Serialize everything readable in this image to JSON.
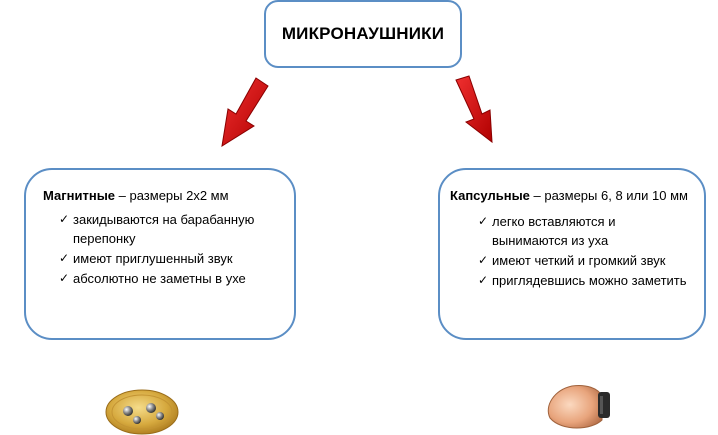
{
  "title": "МИКРОНАУШНИКИ",
  "left": {
    "name": "Магнитные",
    "desc": " – размеры 2х2 мм",
    "items": [
      "закидываются на барабанную перепонку",
      "имеют приглушенный звук",
      "абсолютно не заметны в ухе"
    ]
  },
  "right": {
    "name": "Капсульные",
    "desc": " – размеры 6, 8 или 10 мм",
    "items": [
      "легко вставляются и вынимаются из уха",
      "имеют четкий и громкий звук",
      "приглядевшись можно заметить"
    ]
  },
  "icons": {
    "check": "✓",
    "arrow": "red-down-arrow-icon",
    "coin": "magnetic-earpiece-coin-photo",
    "capsule": "capsule-earpiece-photo"
  },
  "colors": {
    "border": "#5b8ec5",
    "arrow": "#e01414"
  }
}
